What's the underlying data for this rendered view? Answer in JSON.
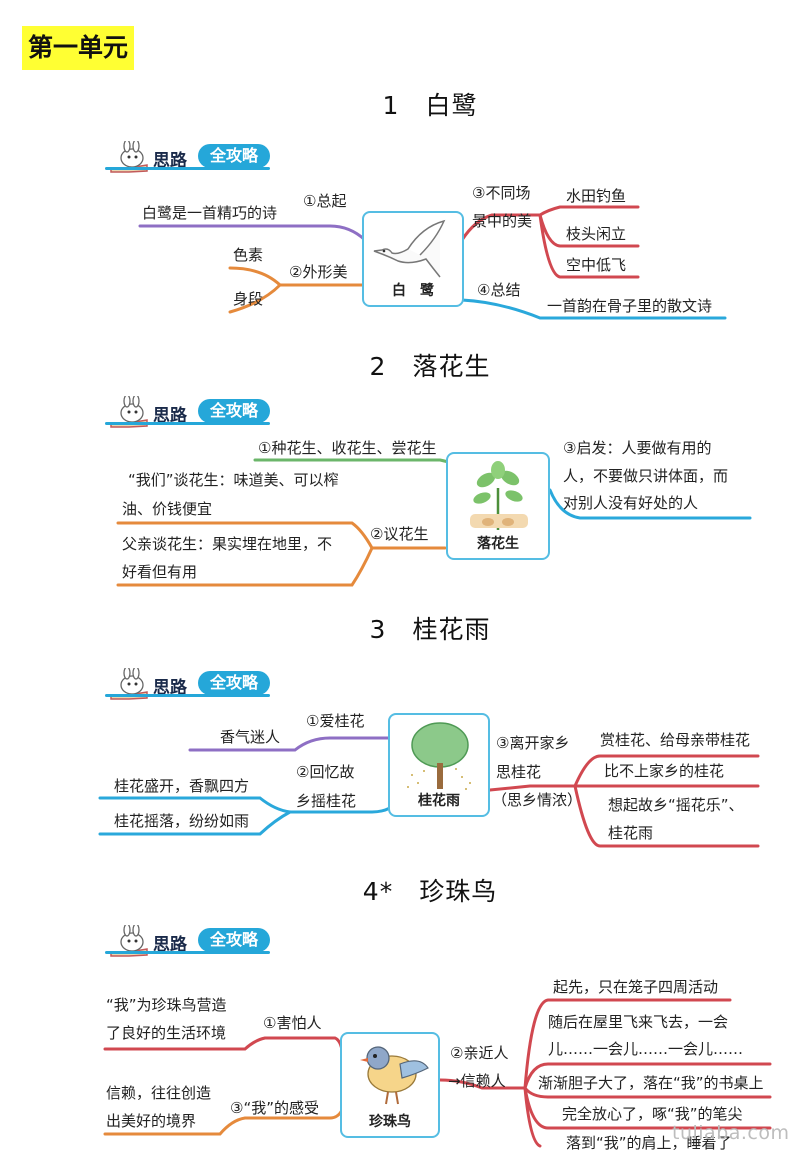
{
  "unit_title": "第一单元",
  "badge": {
    "word1": "思路",
    "word2": "全攻略"
  },
  "colors": {
    "purple": "#8e6fc4",
    "orange": "#e58a3c",
    "red": "#d14850",
    "blue": "#2aa8db",
    "green": "#6bb66a",
    "highlight": "#ffff33"
  },
  "lessons": [
    {
      "title": "1　白鹭",
      "center_label": "白　鹭",
      "center_icon": "egret-image",
      "nodes": {
        "n1": "①总起",
        "n1_leaf": "白鹭是一首精巧的诗",
        "n2": "②外形美",
        "n2_leaf1": "色素",
        "n2_leaf2": "身段",
        "n3_line1": "③不同场",
        "n3_line2": "景中的美",
        "n3_leaf1": "水田钓鱼",
        "n3_leaf2": "枝头闲立",
        "n3_leaf3": "空中低飞",
        "n4": "④总结",
        "n4_leaf": "一首韵在骨子里的散文诗"
      }
    },
    {
      "title": "2　落花生",
      "center_label": "落花生",
      "center_icon": "peanut-plant-image",
      "nodes": {
        "n1": "①种花生、收花生、尝花生",
        "n2": "②议花生",
        "n2_leaf1_line1": "“我们”谈花生：味道美、可以榨",
        "n2_leaf1_line2": "油、价钱便宜",
        "n2_leaf2_line1": "父亲谈花生：果实埋在地里，不",
        "n2_leaf2_line2": "好看但有用",
        "n3_line1": "③启发：人要做有用的",
        "n3_line2": "人，不要做只讲体面，而",
        "n3_line3": "对别人没有好处的人"
      }
    },
    {
      "title": "3　桂花雨",
      "center_label": "桂花雨",
      "center_icon": "osmanthus-tree-image",
      "nodes": {
        "n1": "①爱桂花",
        "n1_leaf": "香气迷人",
        "n2_line1": "②回忆故",
        "n2_line2": "乡摇桂花",
        "n2_leaf1": "桂花盛开，香飘四方",
        "n2_leaf2": "桂花摇落，纷纷如雨",
        "n3_line1": "③离开家乡",
        "n3_line2": "思桂花",
        "n3_line3": "（思乡情浓）",
        "n3_leaf1": "赏桂花、给母亲带桂花",
        "n3_leaf2": "比不上家乡的桂花",
        "n3_leaf3_line1": "想起故乡“摇花乐”、",
        "n3_leaf3_line2": "桂花雨"
      }
    },
    {
      "title": "4*　珍珠鸟",
      "center_label": "珍珠鸟",
      "center_icon": "pearl-bird-image",
      "nodes": {
        "n1": "①害怕人",
        "n1_leaf_line1": "“我”为珍珠鸟营造",
        "n1_leaf_line2": "了良好的生活环境",
        "n3": "③“我”的感受",
        "n3_leaf_line1": "信赖，往往创造",
        "n3_leaf_line2": "出美好的境界",
        "n2_line1": "②亲近人",
        "n2_line2": "→信赖人",
        "n2_leaf1": "起先，只在笼子四周活动",
        "n2_leaf2_line1": "随后在屋里飞来飞去，一会",
        "n2_leaf2_line2": "儿……一会儿……一会儿……",
        "n2_leaf3": "渐渐胆子大了，落在“我”的书桌上",
        "n2_leaf4": "完全放心了，啄“我”的笔尖",
        "n2_leaf5": "落到“我”的肩上，睡着了"
      }
    }
  ],
  "watermark": "tuliaba.com"
}
